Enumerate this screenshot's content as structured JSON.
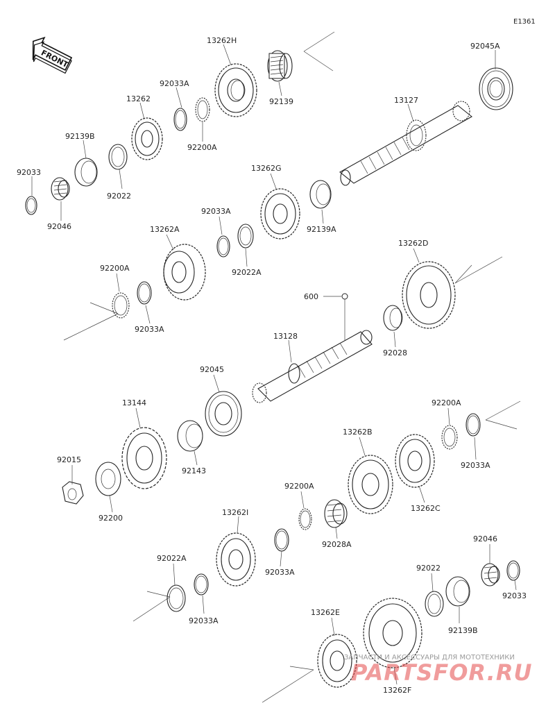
{
  "diagram": {
    "code": "E1361",
    "front_label": "FRONT",
    "labels": {
      "p13262H": "13262H",
      "p92045A": "92045A",
      "p92033A_1": "92033A",
      "p13262": "13262",
      "p92139": "92139",
      "p13127": "13127",
      "p92139B_1": "92139B",
      "p92200A_1": "92200A",
      "p92033_1": "92033",
      "p92022_1": "92022",
      "p13262G": "13262G",
      "p92046_1": "92046",
      "p92139A": "92139A",
      "p92033A_2": "92033A",
      "p13262A": "13262A",
      "p92022A_1": "92022A",
      "p13262D": "13262D",
      "p92200A_2": "92200A",
      "p600": "600",
      "p92033A_3": "92033A",
      "p92028": "92028",
      "p13128": "13128",
      "p92045": "92045",
      "p13144": "13144",
      "p92200A_3": "92200A",
      "p92033A_4": "92033A",
      "p92015": "92015",
      "p92143": "92143",
      "p13262B": "13262B",
      "p92200": "92200",
      "p92200A_4": "92200A",
      "p13262C": "13262C",
      "p92028A": "92028A",
      "p13262I": "13262I",
      "p92022A_2": "92022A",
      "p92033A_5": "92033A",
      "p92046_2": "92046",
      "p92022_2": "92022",
      "p92033_2": "92033",
      "p92033A_6": "92033A",
      "p92139B_2": "92139B",
      "p13262E": "13262E",
      "p13262F": "13262F"
    },
    "watermark": {
      "tagline": "ЗАПЧАСТИ И АКСЕССУАРЫ ДЛЯ МОТОТЕХНИКИ",
      "brand": "PARTSFOR.RU"
    }
  }
}
